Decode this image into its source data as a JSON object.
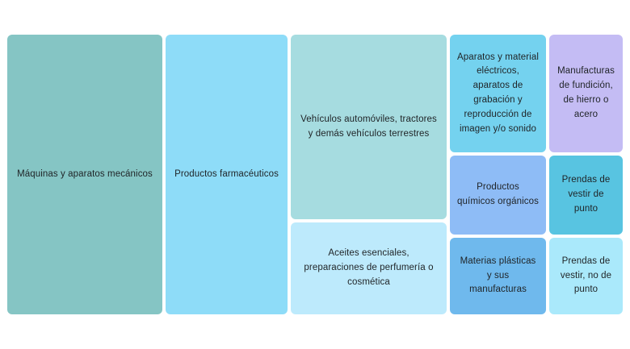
{
  "chart_data": {
    "type": "treemap",
    "title": "",
    "legend": "none",
    "axes": "none",
    "tiles": [
      {
        "label": "Máquinas y aparatos mecánicos",
        "color": "#85c5c4",
        "relative_area_pct_estimated": 26.0
      },
      {
        "label": "Productos farmacéuticos",
        "color": "#8edcf8",
        "relative_area_pct_estimated": 20.3
      },
      {
        "label": "Vehículos automóviles, tractores y demás vehículos terrestres",
        "color": "#a6dce0",
        "relative_area_pct_estimated": 17.2
      },
      {
        "label": "Aceites esenciales, preparaciones de perfumería o cosmética",
        "color": "#bdeafc",
        "relative_area_pct_estimated": 8.6
      },
      {
        "label": "Aparatos y material eléctricos, aparatos de grabación y reproducción de imagen y/o sonido",
        "color": "#74d2ef",
        "relative_area_pct_estimated": 6.9
      },
      {
        "label": "Manufacturas de fundición, de hierro o acero",
        "color": "#c4bcf4",
        "relative_area_pct_estimated": 5.2
      },
      {
        "label": "Productos químicos orgánicos",
        "color": "#8ebcf6",
        "relative_area_pct_estimated": 4.5
      },
      {
        "label": "Prendas de vestir de punto",
        "color": "#58c4e1",
        "relative_area_pct_estimated": 3.5
      },
      {
        "label": "Materias plásticas y sus manufacturas",
        "color": "#6fb9ed",
        "relative_area_pct_estimated": 4.4
      },
      {
        "label": "Prendas de vestir, no de punto",
        "color": "#aae9fb",
        "relative_area_pct_estimated": 3.4
      }
    ]
  }
}
